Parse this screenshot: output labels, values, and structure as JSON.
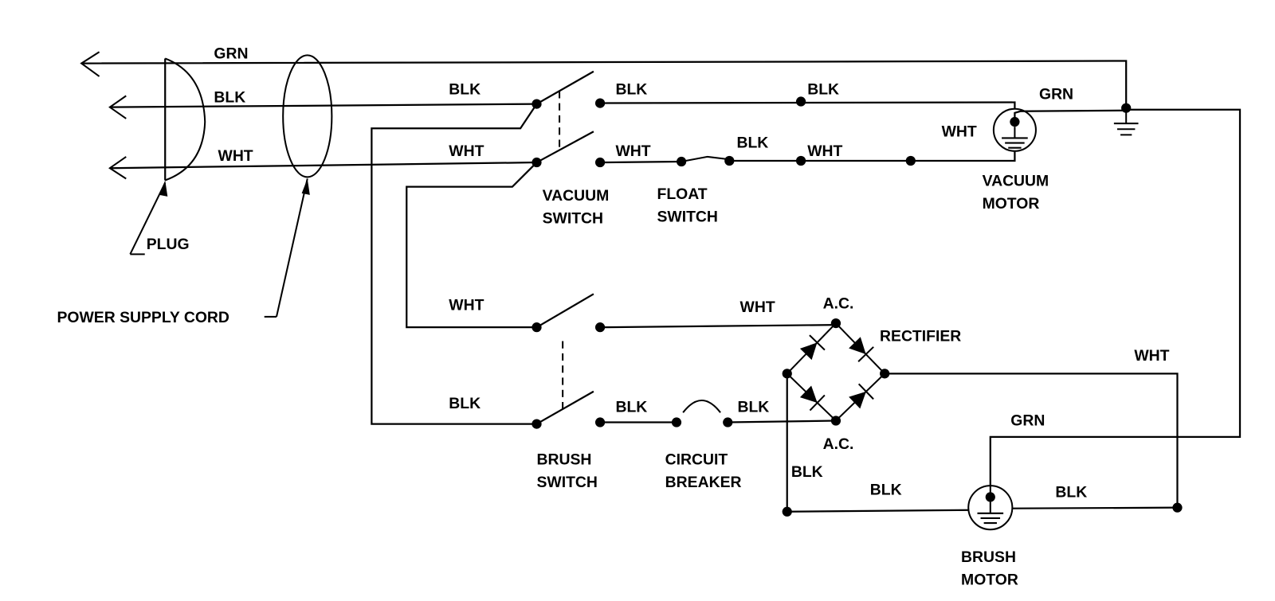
{
  "wire_colors": {
    "green": "GRN",
    "black": "BLK",
    "white": "WHT"
  },
  "labels": {
    "top_grn": "GRN",
    "cord_blk": "BLK",
    "cord_wht": "WHT",
    "plug": "PLUG",
    "power_supply_cord": "POWER SUPPLY CORD",
    "vs_in_blk": "BLK",
    "vs_in_wht": "WHT",
    "vs_out_blk": "BLK",
    "mid_blk": "BLK",
    "vs_out_wht": "WHT",
    "float_blk": "BLK",
    "float_out_wht": "WHT",
    "vm_wht": "WHT",
    "vm_grn": "GRN",
    "vacuum_switch": [
      "VACUUM",
      "SWITCH"
    ],
    "float_switch": [
      "FLOAT",
      "SWITCH"
    ],
    "vacuum_motor": [
      "VACUUM",
      "MOTOR"
    ],
    "bs_in_wht": "WHT",
    "bs_in_blk": "BLK",
    "rect_wht": "WHT",
    "ac_top": "A.C.",
    "ac_bottom": "A.C.",
    "rectifier": "RECTIFIER",
    "rect_out_wht": "WHT",
    "bs_out_blk": "BLK",
    "cb_out_blk": "BLK",
    "bm_grn": "GRN",
    "bm_left_vert_blk": "BLK",
    "bm_left_blk": "BLK",
    "bm_right_blk": "BLK",
    "brush_switch": [
      "BRUSH",
      "SWITCH"
    ],
    "circuit_breaker": [
      "CIRCUIT",
      "BREAKER"
    ],
    "brush_motor": [
      "BRUSH",
      "MOTOR"
    ]
  }
}
